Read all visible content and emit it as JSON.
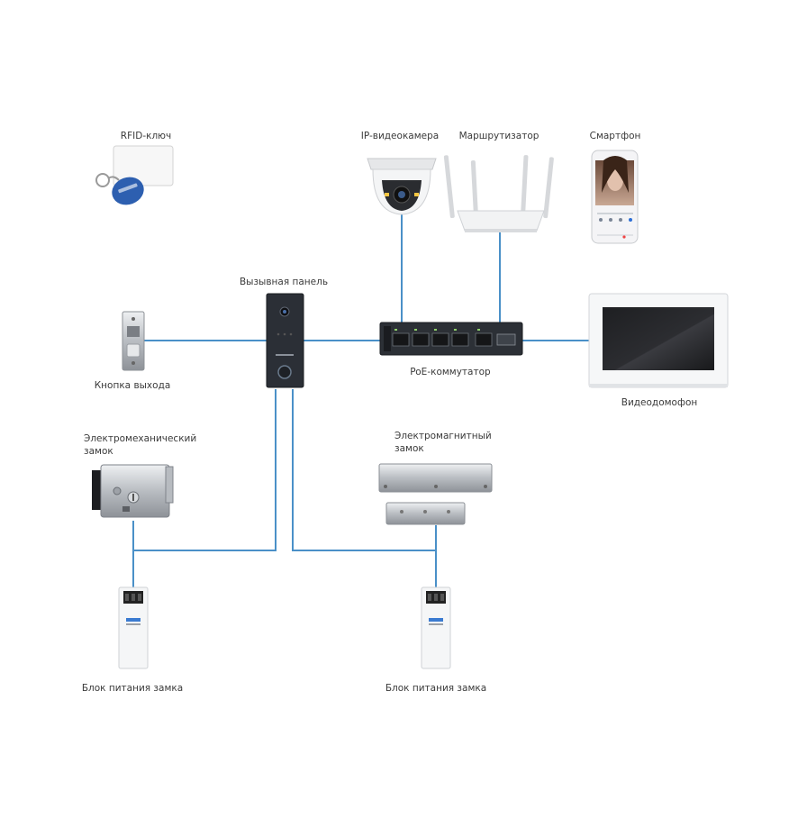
{
  "labels": {
    "rfid": "RFID-ключ",
    "ip_camera": "IP-видеокамера",
    "router": "Маршрутизатор",
    "smartphone": "Смартфон",
    "call_panel": "Вызывная панель",
    "exit_button": "Кнопка выхода",
    "poe_switch": "PoE-коммутатор",
    "video_intercom": "Видеодомофон",
    "electromech_lock": "Электромеханический замок",
    "electromag_lock": "Электромагнитный замок",
    "psu_left": "Блок питания замка",
    "psu_right": "Блок питания замка"
  },
  "colors": {
    "line": "#4a90c8",
    "device_dark": "#2b2f36",
    "metal": "#c9ccd0",
    "fob_blue": "#2d5fb0"
  },
  "icons": {
    "rfid": "rfid-key-icon",
    "camera": "dome-camera-icon",
    "router": "router-icon",
    "smartphone": "smartphone-icon",
    "panel": "call-panel-icon",
    "exit_button": "exit-button-icon",
    "switch": "poe-switch-icon",
    "monitor": "video-monitor-icon",
    "lock_mech": "electromechanical-lock-icon",
    "lock_mag": "electromagnetic-lock-icon",
    "psu": "power-supply-icon"
  }
}
